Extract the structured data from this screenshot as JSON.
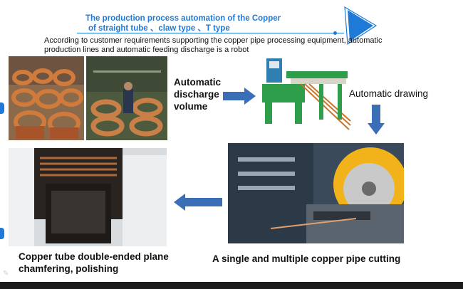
{
  "slide": {
    "title_line1": "The production process automation of the Copper",
    "title_line2": "of  straight tube 、claw type 、T type",
    "subtitle": "According to customer requirements supporting the copper pipe processing equipment, automatic production lines and automatic feeding discharge is a robot"
  },
  "labels": {
    "discharge": "Automatic discharge volume",
    "drawing": "Automatic drawing",
    "cutting": "A single and multiple copper pipe cutting",
    "chamfering": "Copper tube double-ended plane chamfering, polishing"
  },
  "colors": {
    "accent": "#1e7ad6",
    "arrow": "#3a6fb8"
  },
  "icons": {
    "pencil": "✎"
  }
}
